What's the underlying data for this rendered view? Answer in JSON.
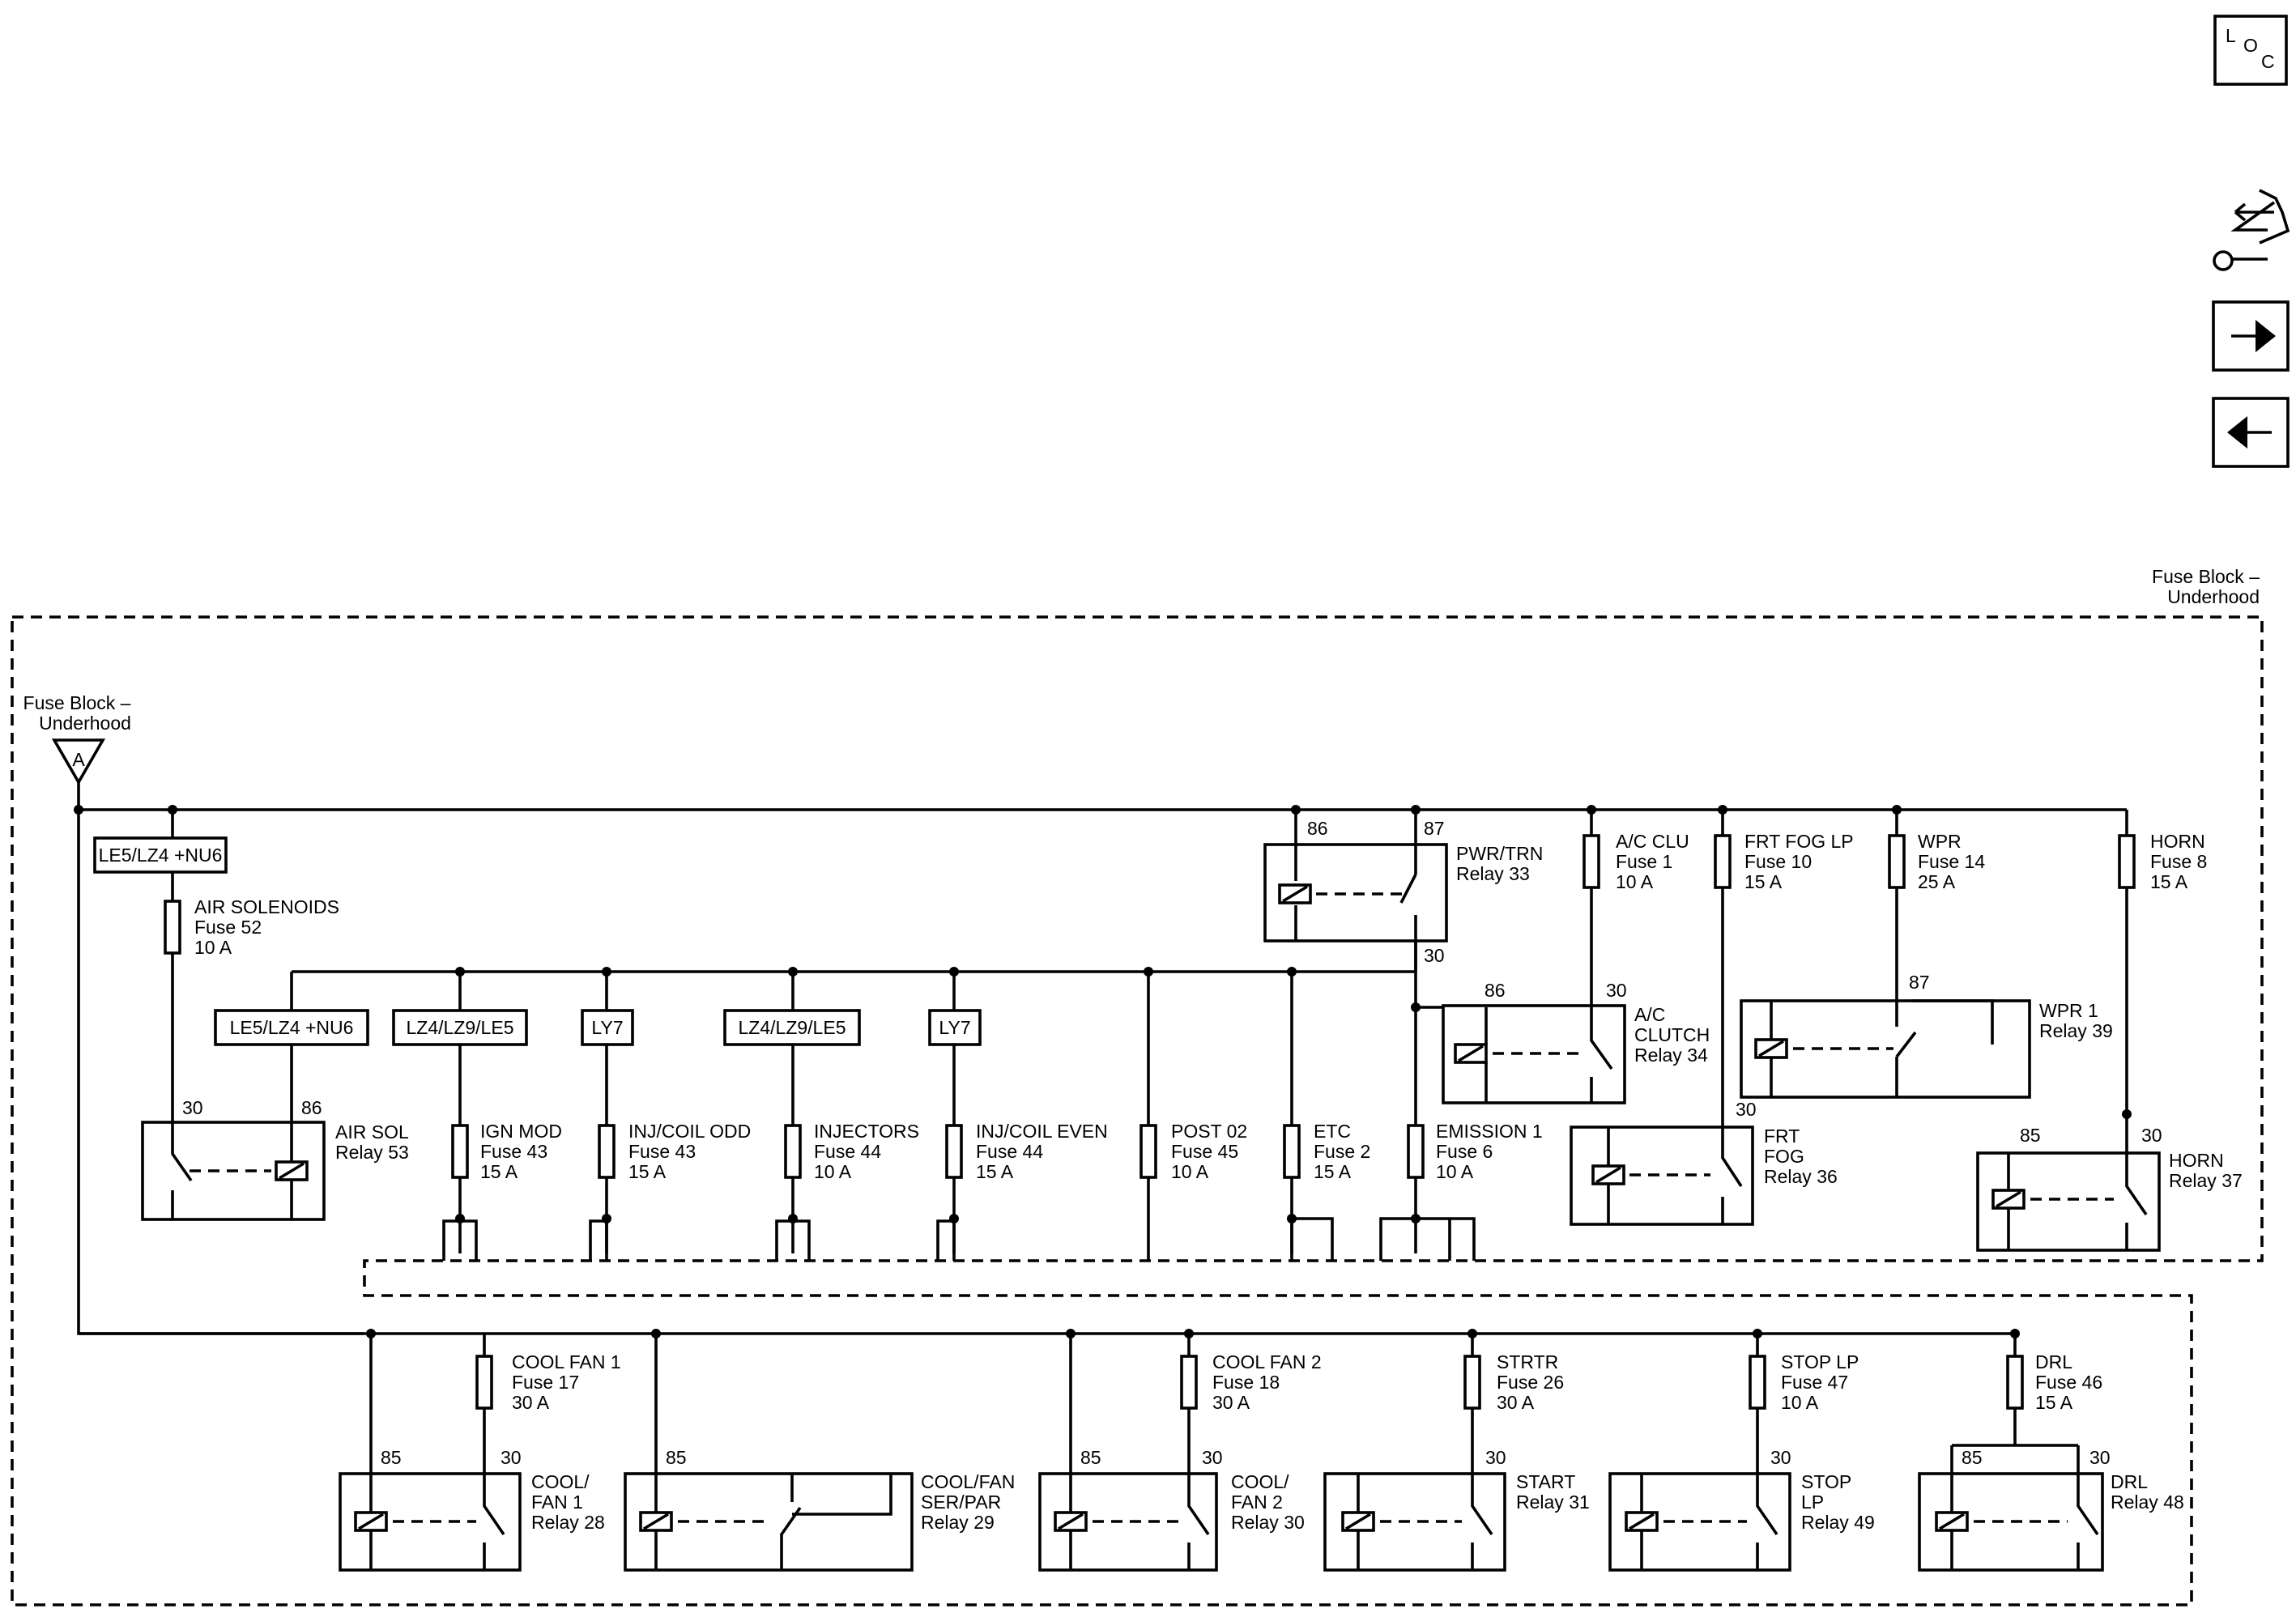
{
  "nav": {
    "loc_l": "L",
    "loc_o": "O",
    "loc_c": "C",
    "loc_icon": "loc-icon",
    "component_icon": "component-diagnostic-icon",
    "next_icon": "arrow-right-icon",
    "prev_icon": "arrow-left-icon"
  },
  "fuse_block": {
    "title_line1": "Fuse Block –",
    "title_line2": "Underhood",
    "source_line1": "Fuse Block –",
    "source_line2": "Underhood",
    "source_terminal": "A"
  },
  "options": {
    "opt_le5_lz4_nu6_top": "LE5/LZ4 +NU6",
    "opt_le5_lz4_nu6_sol": "LE5/LZ4 +NU6",
    "opt_lz4_lz9_le5_ign": "LZ4/LZ9/LE5",
    "opt_ly7_odd": "LY7",
    "opt_lz4_lz9_le5_inj": "LZ4/LZ9/LE5",
    "opt_ly7_even": "LY7"
  },
  "fuses": {
    "air_sol": {
      "l1": "AIR SOLENOIDS",
      "l2": "Fuse 52",
      "l3": "10 A"
    },
    "ign_mod": {
      "l1": "IGN MOD",
      "l2": "Fuse 43",
      "l3": "15 A"
    },
    "inj_coil_odd": {
      "l1": "INJ/COIL ODD",
      "l2": "Fuse 43",
      "l3": "15 A"
    },
    "injectors": {
      "l1": "INJECTORS",
      "l2": "Fuse 44",
      "l3": "10 A"
    },
    "inj_coil_even": {
      "l1": "INJ/COIL EVEN",
      "l2": "Fuse 44",
      "l3": "15 A"
    },
    "post_02": {
      "l1": "POST 02",
      "l2": "Fuse 45",
      "l3": "10 A"
    },
    "etc": {
      "l1": "ETC",
      "l2": "Fuse 2",
      "l3": "15 A"
    },
    "emission_1": {
      "l1": "EMISSION 1",
      "l2": "Fuse 6",
      "l3": "10 A"
    },
    "ac_clu": {
      "l1": "A/C CLU",
      "l2": "Fuse 1",
      "l3": "10 A"
    },
    "frt_fog_lp": {
      "l1": "FRT FOG LP",
      "l2": "Fuse 10",
      "l3": "15 A"
    },
    "wpr": {
      "l1": "WPR",
      "l2": "Fuse 14",
      "l3": "25 A"
    },
    "horn": {
      "l1": "HORN",
      "l2": "Fuse 8",
      "l3": "15 A"
    },
    "cool_fan_1": {
      "l1": "COOL FAN 1",
      "l2": "Fuse 17",
      "l3": "30 A"
    },
    "cool_fan_2": {
      "l1": "COOL FAN 2",
      "l2": "Fuse 18",
      "l3": "30 A"
    },
    "strtr": {
      "l1": "STRTR",
      "l2": "Fuse 26",
      "l3": "30 A"
    },
    "stop_lp": {
      "l1": "STOP LP",
      "l2": "Fuse 47",
      "l3": "10 A"
    },
    "drl": {
      "l1": "DRL",
      "l2": "Fuse 46",
      "l3": "15 A"
    }
  },
  "relays": {
    "pwr_trn": {
      "l1": "PWR/TRN",
      "l2": "Relay 33",
      "t86": "86",
      "t87": "87",
      "t30": "30"
    },
    "air_sol": {
      "l1": "AIR SOL",
      "l2": "Relay 53",
      "t30": "30",
      "t86": "86"
    },
    "ac_clutch": {
      "l1": "A/C",
      "l2": "CLUTCH",
      "l3": "Relay 34",
      "t86": "86",
      "t30": "30"
    },
    "wpr_1": {
      "l1": "WPR 1",
      "l2": "Relay 39",
      "t87": "87"
    },
    "frt_fog": {
      "l1": "FRT",
      "l2": "FOG",
      "l3": "Relay 36",
      "t30": "30"
    },
    "horn": {
      "l1": "HORN",
      "l2": "Relay 37",
      "t85": "85",
      "t30": "30"
    },
    "cool_fan_1": {
      "l1": "COOL/",
      "l2": "FAN 1",
      "l3": "Relay 28",
      "t85": "85",
      "t30": "30"
    },
    "cool_fan_ser_par": {
      "l1": "COOL/FAN",
      "l2": "SER/PAR",
      "l3": "Relay 29",
      "t85": "85"
    },
    "cool_fan_2": {
      "l1": "COOL/",
      "l2": "FAN 2",
      "l3": "Relay 30",
      "t85": "85",
      "t30": "30"
    },
    "start": {
      "l1": "START",
      "l2": "Relay 31",
      "t30": "30"
    },
    "stop_lp": {
      "l1": "STOP",
      "l2": "LP",
      "l3": "Relay 49",
      "t30": "30"
    },
    "drl": {
      "l1": "DRL",
      "l2": "Relay 48",
      "t85": "85",
      "t30": "30"
    }
  }
}
